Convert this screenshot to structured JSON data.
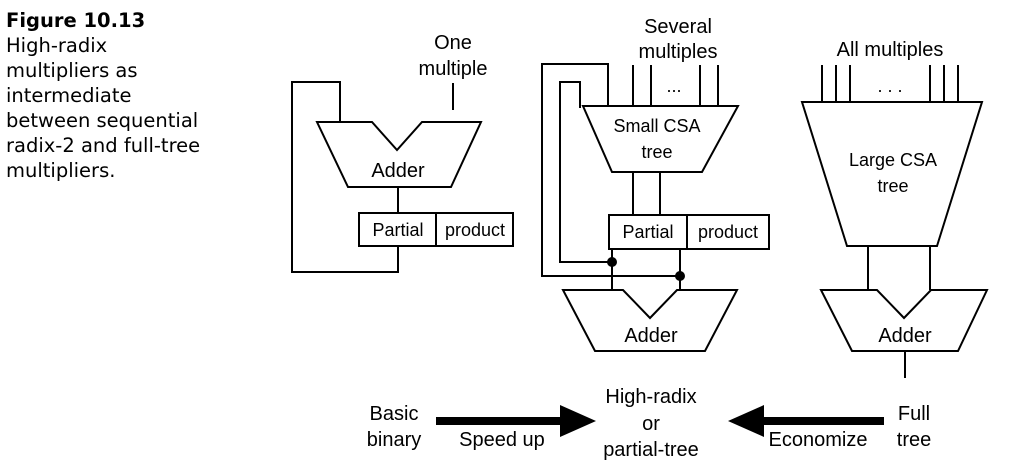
{
  "caption": {
    "figure_label": "Figure 10.13",
    "text": "High-radix\nmultipliers as\nintermediate\nbetween sequential\nradix-2 and full-tree\nmultipliers."
  },
  "left_diagram": {
    "input_label_line1": "One",
    "input_label_line2": "multiple",
    "adder_label": "Adder",
    "register_left": "Partial",
    "register_right": "product"
  },
  "middle_diagram": {
    "input_label_line1": "Several",
    "input_label_line2": "multiples",
    "ellipsis": "...",
    "csa_line1": "Small CSA",
    "csa_line2": "tree",
    "register_left": "Partial",
    "register_right": "product",
    "adder_label": "Adder"
  },
  "right_diagram": {
    "input_label": "All multiples",
    "ellipsis": ". . .",
    "csa_line1": "Large CSA",
    "csa_line2": "tree",
    "adder_label": "Adder"
  },
  "spectrum": {
    "left_line1": "Basic",
    "left_line2": "binary",
    "left_arrow_label": "Speed up",
    "center_line1": "High-radix",
    "center_line2": "or",
    "center_line3": "partial-tree",
    "right_arrow_label": "Economize",
    "right_line1": "Full",
    "right_line2": "tree"
  }
}
